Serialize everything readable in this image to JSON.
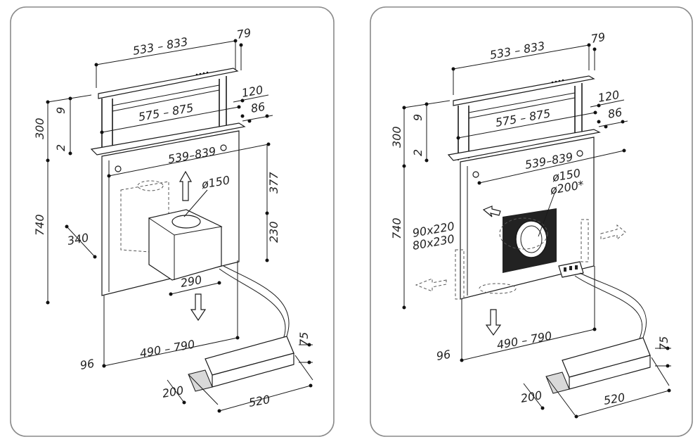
{
  "left": {
    "labels": {
      "width_top": "533 – 833",
      "offset_top": "79",
      "h_9": "9",
      "h_300": "300",
      "h_2": "2",
      "h_740": "740",
      "w_575": "575 – 875",
      "d_120": "120",
      "d_86": "86",
      "w_539": "539–839",
      "dia": "ø150",
      "h_377": "377",
      "h_230": "230",
      "w_340": "340",
      "w_290": "290",
      "w_490": "490 – 790",
      "h_96": "96",
      "h_75": "75",
      "w_200": "200",
      "w_520": "520"
    }
  },
  "right": {
    "labels": {
      "width_top": "533 – 833",
      "offset_top": "79",
      "h_9": "9",
      "h_300": "300",
      "h_2": "2",
      "h_740": "740",
      "w_575": "575 – 875",
      "d_120": "120",
      "d_86": "86",
      "w_539": "539–839",
      "dia1": "ø150",
      "dia2": "ø200*",
      "cut1": "90x220",
      "cut2": "80x230",
      "w_490": "490 – 790",
      "h_96": "96",
      "h_75": "75",
      "w_200": "200",
      "w_520": "520"
    }
  },
  "icons": [
    "airflow-arrow-icon",
    "motor-unit-icon"
  ]
}
